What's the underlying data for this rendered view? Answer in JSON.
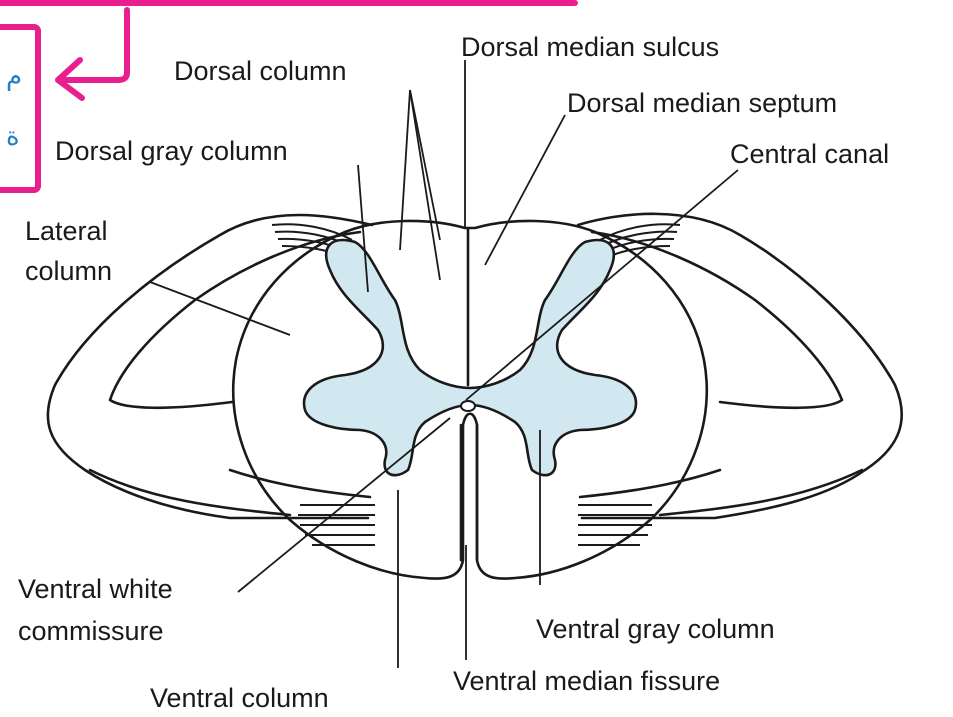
{
  "labels": {
    "dorsal_column": "Dorsal column",
    "dorsal_median_sulcus": "Dorsal median sulcus",
    "dorsal_median_septum": "Dorsal median septum",
    "dorsal_gray_column": "Dorsal gray column",
    "central_canal": "Central canal",
    "lateral_column_1": "Lateral",
    "lateral_column_2": "column",
    "ventral_white_commissure_1": "Ventral white",
    "ventral_white_commissure_2": "commissure",
    "ventral_gray_column": "Ventral gray column",
    "ventral_median_fissure": "Ventral median fissure",
    "ventral_column": "Ventral column"
  },
  "annotation": {
    "color": "#ea1f8f",
    "glyph_1": "م",
    "glyph_2": "ة"
  },
  "colors": {
    "gray_matter": "#d2e8f0",
    "outline": "#1a1a1a"
  }
}
